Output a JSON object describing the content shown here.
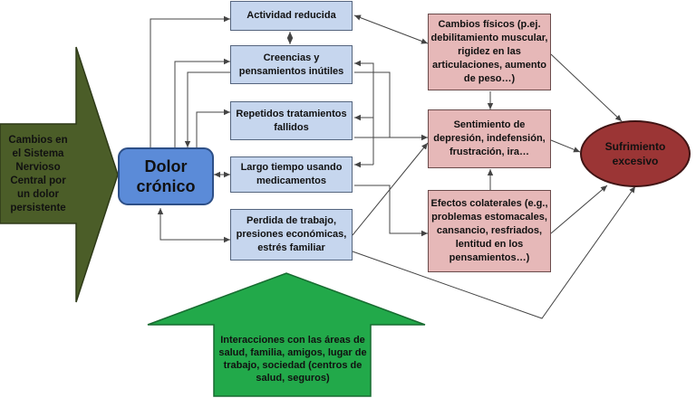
{
  "left_arrow": {
    "text": "Cambios en el Sistema Nervioso Central por un dolor persistente",
    "color": "#4b5d28"
  },
  "bottom_arrow": {
    "text": "Interacciones con las áreas de salud, familia, amigos, lugar de trabajo, sociedad (centros de salud, seguros)",
    "color": "#22a94a"
  },
  "core": {
    "text": "Dolor crónico",
    "color": "#5b8bd8"
  },
  "middle_boxes": [
    {
      "text": "Actividad reducida"
    },
    {
      "text": "Creencias y pensamientos inútiles"
    },
    {
      "text": "Repetidos tratamientos fallidos"
    },
    {
      "text": "Largo tiempo usando medicamentos"
    },
    {
      "text": "Perdida de trabajo, presiones económicas, estrés familiar"
    }
  ],
  "right_boxes": [
    {
      "text": "Cambios físicos (p.ej. debilitamiento muscular, rigidez en las articulaciones, aumento de peso…)"
    },
    {
      "text": "Sentimiento de depresión, indefensión, frustración, ira…"
    },
    {
      "text": "Efectos colaterales (e.g., problemas estomacales, cansancio, resfriados, lentitud en los pensamientos…)"
    }
  ],
  "outcome": {
    "text": "Sufrimiento excesivo",
    "color": "#9b3535"
  },
  "colors": {
    "middle_box": "#c6d6ee",
    "right_box": "#e6b8b8",
    "line": "#444444"
  }
}
